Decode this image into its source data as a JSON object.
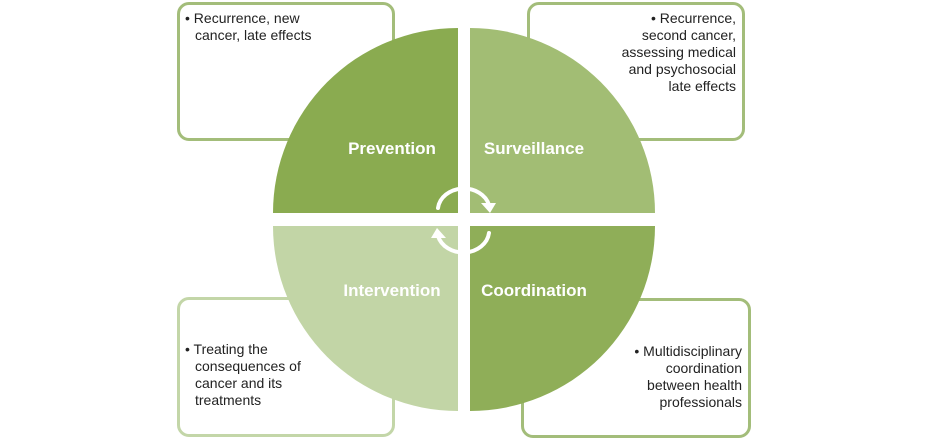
{
  "colors": {
    "prevention": "#8aab50",
    "surveillance": "#a2bd74",
    "intervention": "#c2d5a6",
    "coordination": "#8fae58",
    "box_border": "#a3bd7a"
  },
  "quadrants": {
    "prevention": "Prevention",
    "surveillance": "Surveillance",
    "intervention": "Intervention",
    "coordination": "Coordination"
  },
  "boxes": {
    "top_left": [
      "• Recurrence, new",
      "cancer, late effects"
    ],
    "top_right": [
      "• Recurrence,",
      "second cancer,",
      "assessing medical",
      "and psychosocial",
      "late effects"
    ],
    "bottom_left": [
      "• Treating the",
      "consequences of",
      "cancer and its",
      "treatments"
    ],
    "bottom_right": [
      "• Multidisciplinary",
      "coordination",
      "between health",
      "professionals"
    ]
  },
  "icons": {
    "center": "cycle-arrows-icon"
  }
}
